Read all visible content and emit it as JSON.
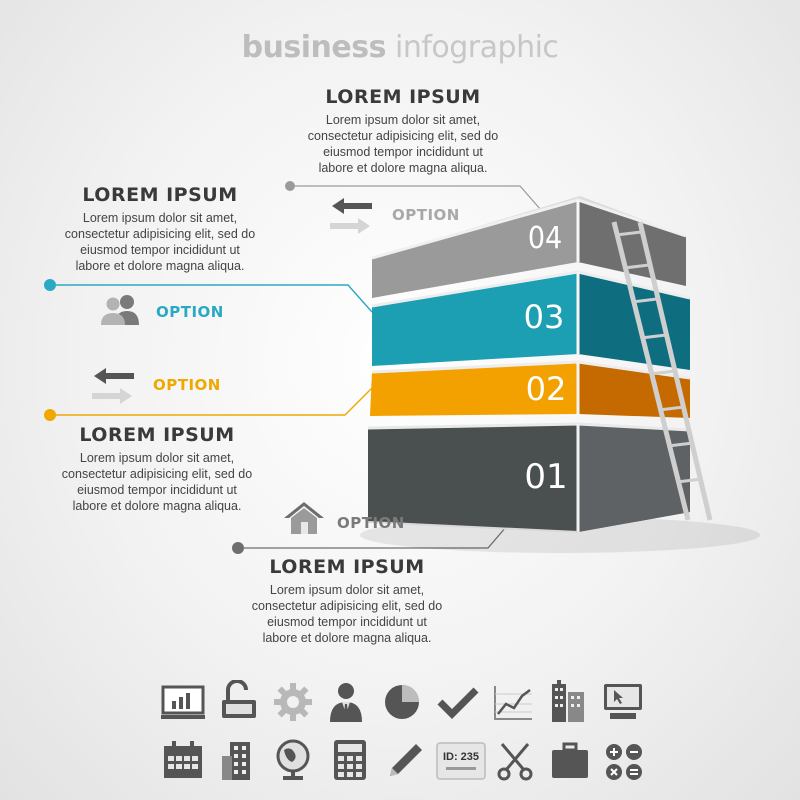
{
  "title": {
    "bold": "business",
    "light": "infographic"
  },
  "blocks": [
    {
      "heading": "LOREM IPSUM",
      "text": "Lorem ipsum dolor sit amet,\nconsectetur adipisicing elit, sed do\neiusmod tempor incididunt ut\nlabore et dolore magna aliqua."
    },
    {
      "heading": "LOREM IPSUM",
      "text": "Lorem ipsum dolor sit amet,\nconsectetur adipisicing elit, sed do\neiusmod tempor incididunt ut\nlabore et dolore magna aliqua."
    },
    {
      "heading": "LOREM IPSUM",
      "text": "Lorem ipsum dolor sit amet,\nconsectetur adipisicing elit, sed do\neiusmod tempor incididunt ut\nlabore et dolore magna aliqua."
    },
    {
      "heading": "LOREM IPSUM",
      "text": "Lorem ipsum dolor sit amet,\nconsectetur adipisicing elit, sed do\neiusmod tempor incididunt ut\nlabore et dolore magna aliqua."
    }
  ],
  "options": [
    {
      "label": "OPTION",
      "icon": "arrows-exchange-icon",
      "color": "#a8a8a8"
    },
    {
      "label": "OPTION",
      "icon": "users-icon",
      "color": "#2aa9c4"
    },
    {
      "label": "OPTION",
      "icon": "arrows-exchange-icon",
      "color": "#f0a800"
    },
    {
      "label": "OPTION",
      "icon": "home-icon",
      "color": "#7a7a7a"
    }
  ],
  "steps": [
    {
      "number": "04",
      "color": "#9a9a9a"
    },
    {
      "number": "03",
      "color": "#1d9fb3"
    },
    {
      "number": "02",
      "color": "#f2a100"
    },
    {
      "number": "01",
      "color": "#4a4f50"
    }
  ],
  "accent_colors": {
    "cyan": "#2aa9c4",
    "orange": "#f0a800",
    "gray": "#8a8a8a"
  },
  "icon_bar": [
    "presentation-chart-icon",
    "unlocked-padlock-icon",
    "gear-icon",
    "businessman-icon",
    "pie-chart-icon",
    "checkmark-icon",
    "line-graph-icon",
    "skyscrapers-icon",
    "monitor-cursor-icon",
    "calendar-icon",
    "office-building-icon",
    "globe-icon",
    "calculator-icon",
    "pen-icon",
    "id-card-icon",
    "scissors-icon",
    "briefcase-icon",
    "math-operators-icon"
  ],
  "id_card_text": "ID: 235"
}
